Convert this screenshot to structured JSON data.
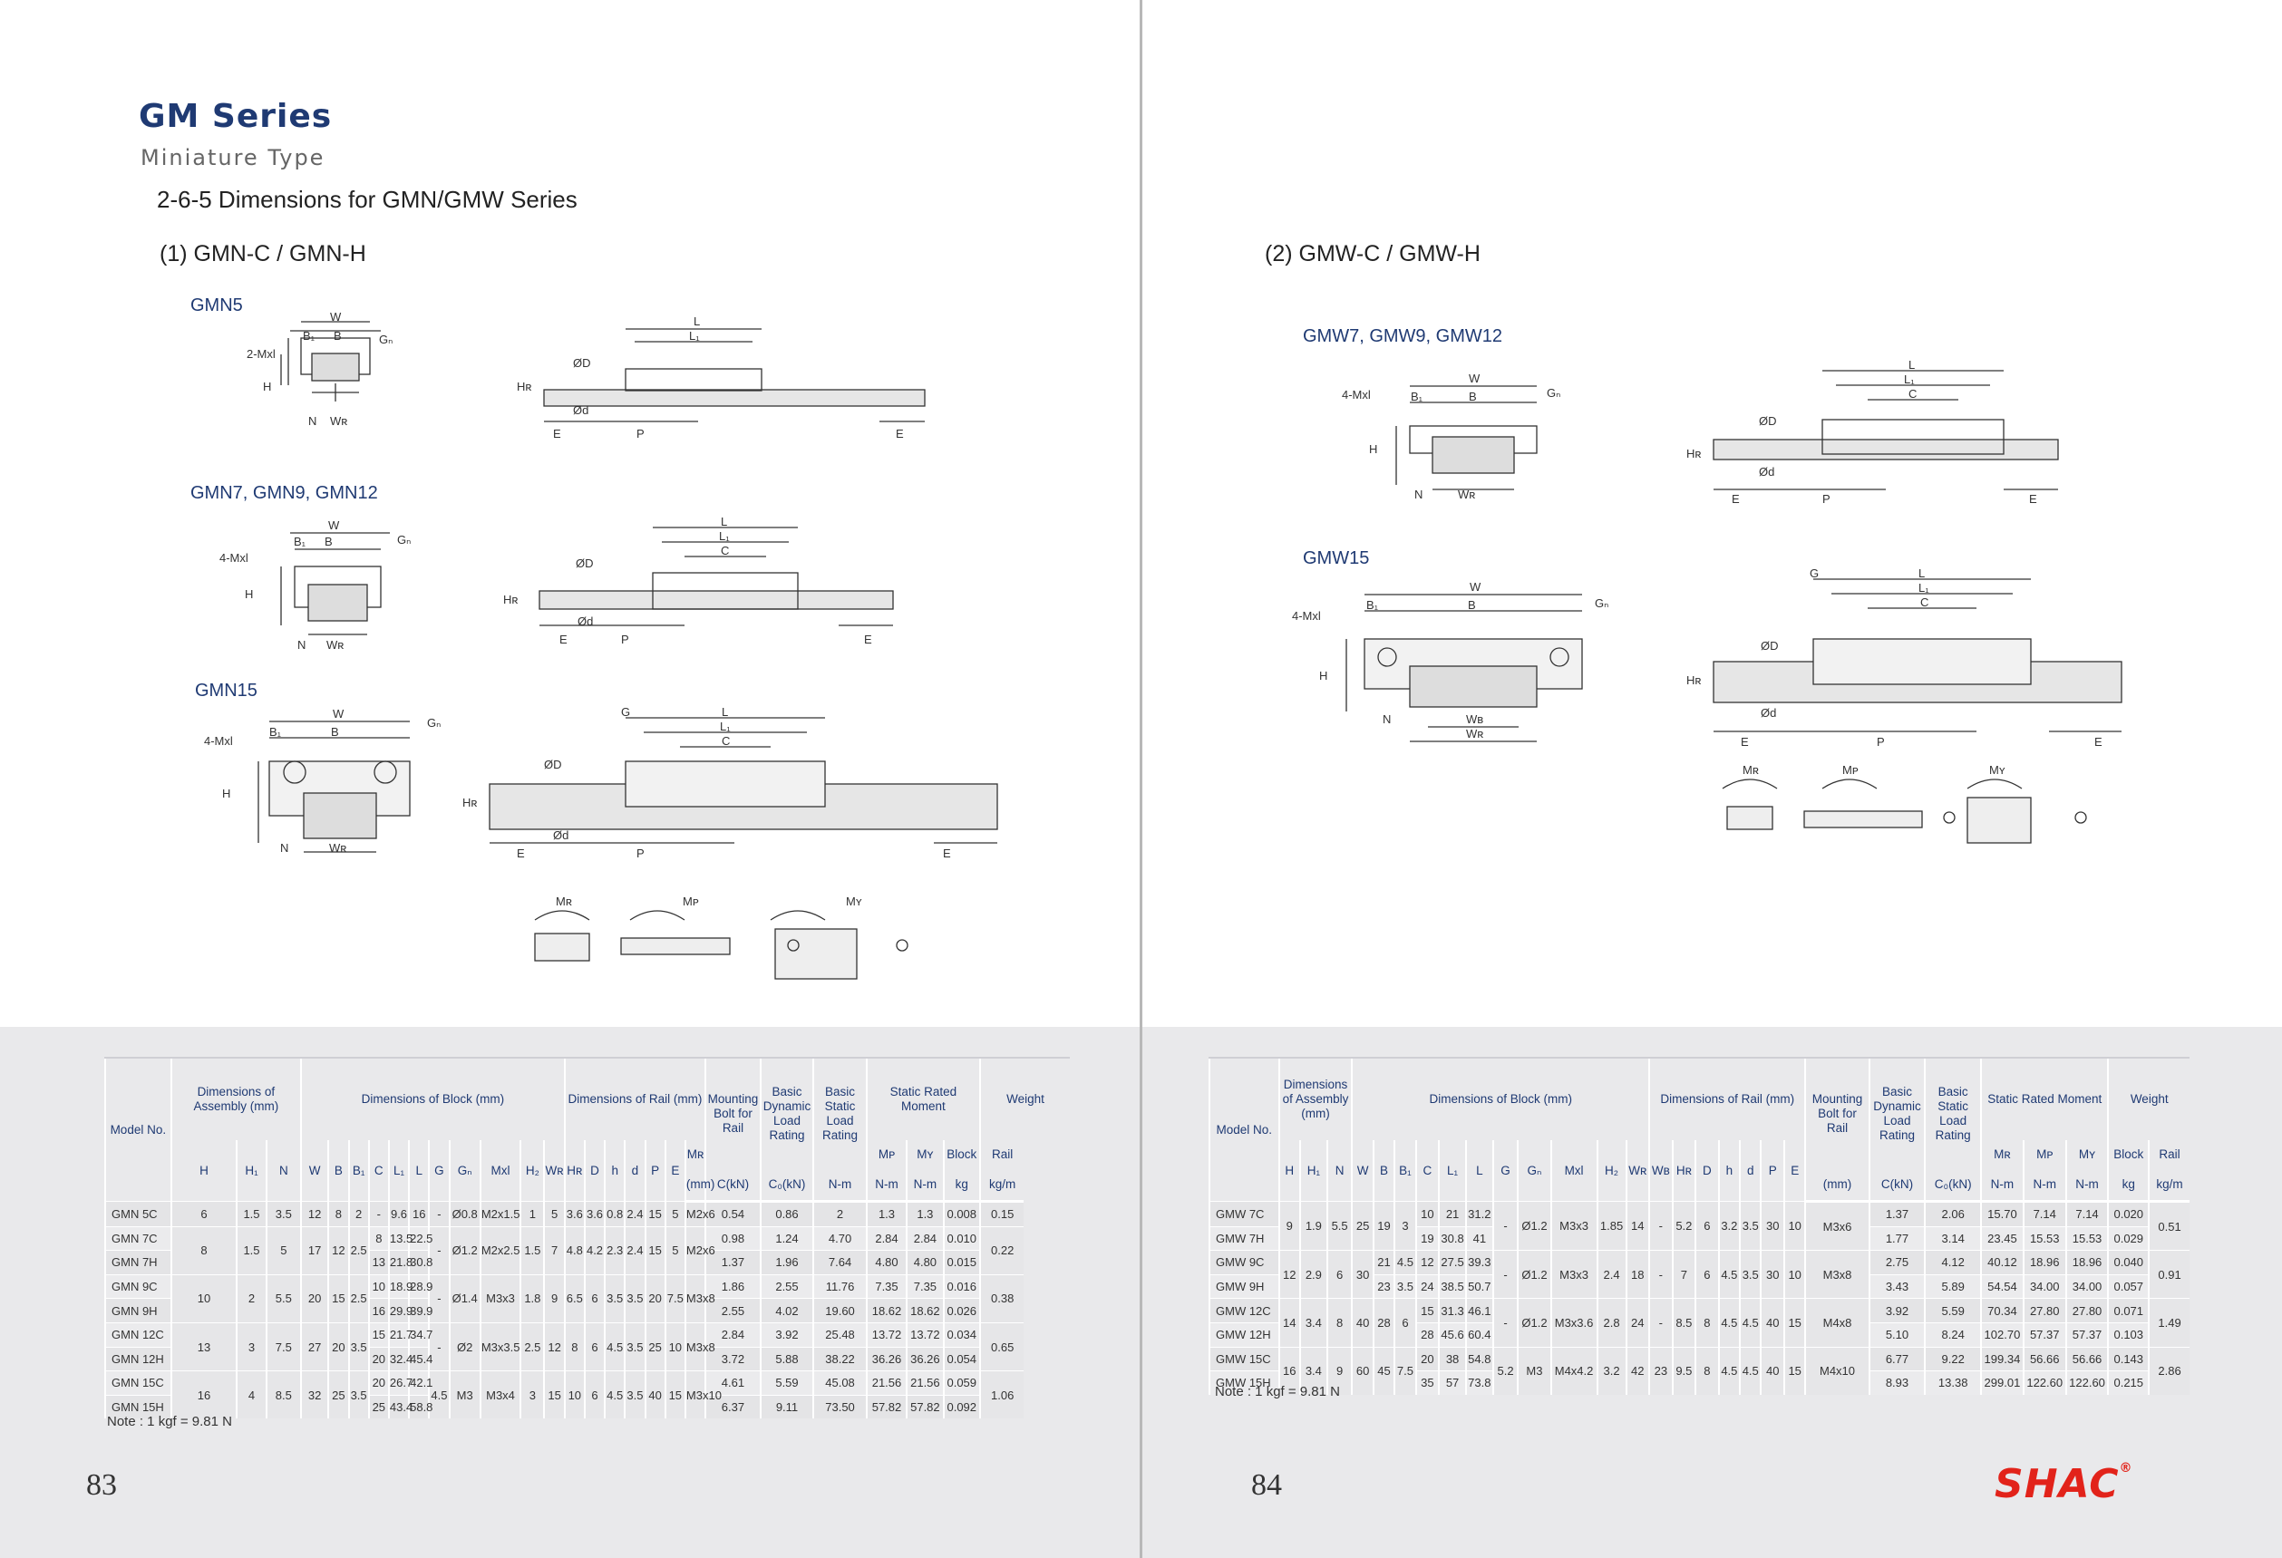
{
  "series_title": "GM Series",
  "series_subtitle": "Miniature Type",
  "section_title": "2-6-5  Dimensions for  GMN/GMW Series",
  "left": {
    "subtitle": "(1) GMN-C / GMN-H",
    "fig_labels": [
      "GMN5",
      "GMN7, GMN9, GMN12",
      "GMN15"
    ],
    "note": "Note : 1 kgf = 9.81 N",
    "page_number": "83"
  },
  "right": {
    "subtitle": "(2) GMW-C / GMW-H",
    "fig_labels": [
      "GMW7, GMW9, GMW12",
      "GMW15"
    ],
    "note": "Note : 1 kgf = 9.81 N",
    "page_number": "84"
  },
  "brand": {
    "name": "SHAC",
    "mark": "®",
    "color": "#e2231a"
  },
  "colors": {
    "title_blue": "#1f3a73",
    "table_band": "#e9e9eb"
  },
  "drawing_labels": {
    "w": "W",
    "b": "B",
    "b1": "B₁",
    "gn": "Gₙ",
    "mxl2": "2-Mxl",
    "mxl4": "4-Mxl",
    "h": "H",
    "h1": "H₁",
    "hr": "Hʀ",
    "h2": "H₂",
    "hs": "h",
    "n": "N",
    "wr": "Wʀ",
    "wb": "Wʙ",
    "l": "L",
    "l1": "L₁",
    "c": "C",
    "g": "G",
    "d": "ØD",
    "dd": "Ød",
    "e": "E",
    "p": "P",
    "mr": "Mʀ",
    "mp": "Mᴘ",
    "my": "Mʏ"
  },
  "table_headers": {
    "model": "Model No.",
    "assembly": "Dimensions of Assembly (mm)",
    "block": "Dimensions of Block  (mm)",
    "rail": "Dimensions of Rail (mm)",
    "bolt": "Mounting Bolt for Rail",
    "dynamic": "Basic Dynamic Load Rating",
    "static": "Basic Static Load Rating",
    "moment": "Static Rated Moment",
    "weight": "Weight",
    "block_w": "Block",
    "rail_w": "Rail",
    "mr": "Mʀ",
    "mp": "Mᴘ",
    "my": "Mʏ",
    "nm": "N-m",
    "kg": "kg",
    "kgm": "kg/m",
    "mm": "(mm)",
    "ckn": "C(kN)",
    "c0kn": "C₀(kN)",
    "left_cols": [
      "H",
      "H₁",
      "N",
      "W",
      "B",
      "B₁",
      "C",
      "L₁",
      "L",
      "G",
      "Gₙ",
      "Mxl",
      "H₂",
      "Wʀ",
      "Hʀ",
      "D",
      "h",
      "d",
      "P",
      "E"
    ],
    "right_cols": [
      "H",
      "H₁",
      "N",
      "W",
      "B",
      "B₁",
      "C",
      "L₁",
      "L",
      "G",
      "Gₙ",
      "Mxl",
      "H₂",
      "Wʀ",
      "Wʙ",
      "Hʀ",
      "D",
      "h",
      "d",
      "P",
      "E"
    ]
  },
  "gmn_rows": [
    [
      "GMN 5C",
      "6",
      "1.5",
      "3.5",
      "12",
      "8",
      "2",
      "-",
      "9.6",
      "16",
      "-",
      "Ø0.8",
      "M2x1.5",
      "1",
      "5",
      "3.6",
      "3.6",
      "0.8",
      "2.4",
      "15",
      "5",
      "M2x6",
      "0.54",
      "0.86",
      "2",
      "1.3",
      "1.3",
      "0.008",
      "0.15"
    ],
    [
      "GMN 7C",
      "8",
      "1.5",
      "5",
      "17",
      "12",
      "2.5",
      "8",
      "13.5",
      "22.5",
      "-",
      "Ø1.2",
      "M2x2.5",
      "1.5",
      "7",
      "4.8",
      "4.2",
      "2.3",
      "2.4",
      "15",
      "5",
      "M2x6",
      "0.98",
      "1.24",
      "4.70",
      "2.84",
      "2.84",
      "0.010",
      "0.22"
    ],
    [
      "GMN 7H",
      "",
      "",
      "",
      "",
      "",
      "",
      "13",
      "21.8",
      "30.8",
      "",
      "",
      "",
      "",
      "",
      "",
      "",
      "",
      "",
      "",
      "",
      "",
      "1.37",
      "1.96",
      "7.64",
      "4.80",
      "4.80",
      "0.015",
      ""
    ],
    [
      "GMN 9C",
      "10",
      "2",
      "5.5",
      "20",
      "15",
      "2.5",
      "10",
      "18.9",
      "28.9",
      "-",
      "Ø1.4",
      "M3x3",
      "1.8",
      "9",
      "6.5",
      "6",
      "3.5",
      "3.5",
      "20",
      "7.5",
      "M3x8",
      "1.86",
      "2.55",
      "11.76",
      "7.35",
      "7.35",
      "0.016",
      "0.38"
    ],
    [
      "GMN 9H",
      "",
      "",
      "",
      "",
      "",
      "",
      "16",
      "29.9",
      "39.9",
      "",
      "",
      "",
      "",
      "",
      "",
      "",
      "",
      "",
      "",
      "",
      "",
      "2.55",
      "4.02",
      "19.60",
      "18.62",
      "18.62",
      "0.026",
      ""
    ],
    [
      "GMN 12C",
      "13",
      "3",
      "7.5",
      "27",
      "20",
      "3.5",
      "15",
      "21.7",
      "34.7",
      "-",
      "Ø2",
      "M3x3.5",
      "2.5",
      "12",
      "8",
      "6",
      "4.5",
      "3.5",
      "25",
      "10",
      "M3x8",
      "2.84",
      "3.92",
      "25.48",
      "13.72",
      "13.72",
      "0.034",
      "0.65"
    ],
    [
      "GMN 12H",
      "",
      "",
      "",
      "",
      "",
      "",
      "20",
      "32.4",
      "45.4",
      "",
      "",
      "",
      "",
      "",
      "",
      "",
      "",
      "",
      "",
      "",
      "",
      "3.72",
      "5.88",
      "38.22",
      "36.26",
      "36.26",
      "0.054",
      ""
    ],
    [
      "GMN 15C",
      "16",
      "4",
      "8.5",
      "32",
      "25",
      "3.5",
      "20",
      "26.7",
      "42.1",
      "4.5",
      "M3",
      "M3x4",
      "3",
      "15",
      "10",
      "6",
      "4.5",
      "3.5",
      "40",
      "15",
      "M3x10",
      "4.61",
      "5.59",
      "45.08",
      "21.56",
      "21.56",
      "0.059",
      "1.06"
    ],
    [
      "GMN 15H",
      "",
      "",
      "",
      "",
      "",
      "",
      "25",
      "43.4",
      "58.8",
      "",
      "",
      "",
      "",
      "",
      "",
      "",
      "",
      "",
      "",
      "",
      "",
      "6.37",
      "9.11",
      "73.50",
      "57.82",
      "57.82",
      "0.092",
      ""
    ]
  ],
  "gmw_rows": [
    [
      "GMW 7C",
      "9",
      "1.9",
      "5.5",
      "25",
      "19",
      "3",
      "10",
      "21",
      "31.2",
      "-",
      "Ø1.2",
      "M3x3",
      "1.85",
      "14",
      "-",
      "5.2",
      "6",
      "3.2",
      "3.5",
      "30",
      "10",
      "M3x6",
      "1.37",
      "2.06",
      "15.70",
      "7.14",
      "7.14",
      "0.020",
      "0.51"
    ],
    [
      "GMW 7H",
      "",
      "",
      "",
      "",
      "",
      "",
      "19",
      "30.8",
      "41",
      "",
      "",
      "",
      "",
      "",
      "",
      "",
      "",
      "",
      "",
      "",
      "",
      "",
      "1.77",
      "3.14",
      "23.45",
      "15.53",
      "15.53",
      "0.029",
      ""
    ],
    [
      "GMW 9C",
      "12",
      "2.9",
      "6",
      "30",
      "21",
      "4.5",
      "12",
      "27.5",
      "39.3",
      "-",
      "Ø1.2",
      "M3x3",
      "2.4",
      "18",
      "-",
      "7",
      "6",
      "4.5",
      "3.5",
      "30",
      "10",
      "M3x8",
      "2.75",
      "4.12",
      "40.12",
      "18.96",
      "18.96",
      "0.040",
      "0.91"
    ],
    [
      "GMW 9H",
      "",
      "",
      "",
      "",
      "23",
      "3.5",
      "24",
      "38.5",
      "50.7",
      "",
      "",
      "",
      "",
      "",
      "",
      "",
      "",
      "",
      "",
      "",
      "",
      "",
      "3.43",
      "5.89",
      "54.54",
      "34.00",
      "34.00",
      "0.057",
      ""
    ],
    [
      "GMW 12C",
      "14",
      "3.4",
      "8",
      "40",
      "28",
      "6",
      "15",
      "31.3",
      "46.1",
      "-",
      "Ø1.2",
      "M3x3.6",
      "2.8",
      "24",
      "-",
      "8.5",
      "8",
      "4.5",
      "4.5",
      "40",
      "15",
      "M4x8",
      "3.92",
      "5.59",
      "70.34",
      "27.80",
      "27.80",
      "0.071",
      "1.49"
    ],
    [
      "GMW 12H",
      "",
      "",
      "",
      "",
      "",
      "",
      "28",
      "45.6",
      "60.4",
      "",
      "",
      "",
      "",
      "",
      "",
      "",
      "",
      "",
      "",
      "",
      "",
      "",
      "5.10",
      "8.24",
      "102.70",
      "57.37",
      "57.37",
      "0.103",
      ""
    ],
    [
      "GMW 15C",
      "16",
      "3.4",
      "9",
      "60",
      "45",
      "7.5",
      "20",
      "38",
      "54.8",
      "5.2",
      "M3",
      "M4x4.2",
      "3.2",
      "42",
      "23",
      "9.5",
      "8",
      "4.5",
      "4.5",
      "40",
      "15",
      "M4x10",
      "6.77",
      "9.22",
      "199.34",
      "56.66",
      "56.66",
      "0.143",
      "2.86"
    ],
    [
      "GMW 15H",
      "",
      "",
      "",
      "",
      "",
      "",
      "35",
      "57",
      "73.8",
      "",
      "",
      "",
      "",
      "",
      "",
      "",
      "",
      "",
      "",
      "",
      "",
      "",
      "8.93",
      "13.38",
      "299.01",
      "122.60",
      "122.60",
      "0.215",
      ""
    ]
  ]
}
